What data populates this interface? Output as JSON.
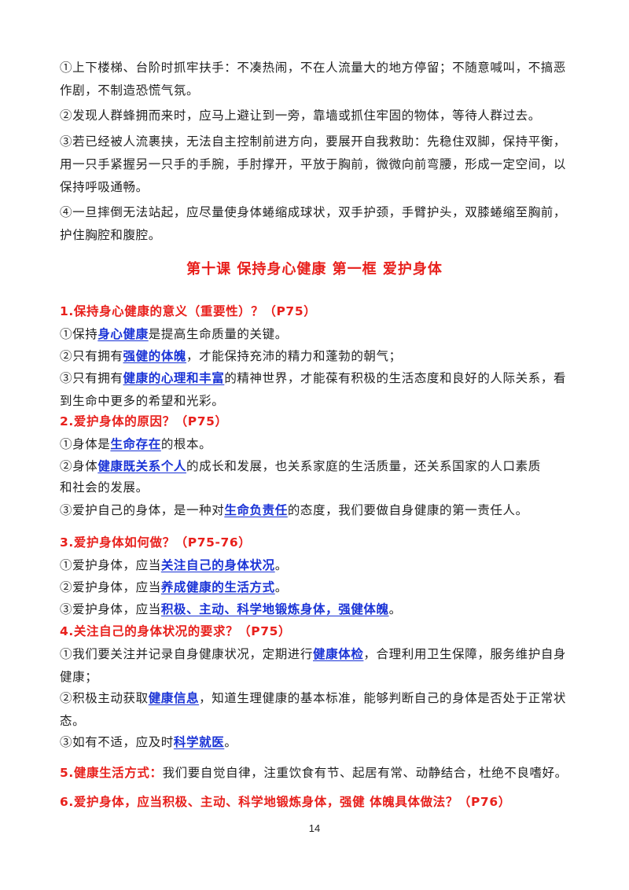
{
  "top_items": [
    "①上下楼梯、台阶时抓牢扶手：不凑热闹，不在人流量大的地方停留；不随意喊叫，不搞恶作剧，不制造恐慌气氛。",
    "②发现人群蜂拥而来时，应马上避让到一旁，靠墙或抓住牢固的物体，等待人群过去。",
    "③若已经被人流裹挟，无法自主控制前进方向，要展开自我救助：先稳住双脚，保持平衡，用一只手紧握另一只手的手腕，手肘撑开，平放于胸前，微微向前弯腰，形成一定空间，以保持呼吸通畅。",
    "④一旦摔倒无法站起，应尽量使身体蜷缩成球状，双手护颈，手臂护头，双膝蜷缩至胸前，护住胸腔和腹腔。"
  ],
  "lesson_title": "第十课 保持身心健康 第一框 爱护身体",
  "q1": {
    "heading": "1.保持身心健康的意义（重要性）？（P75）",
    "l1": {
      "a": "①保持",
      "k": "身心健康",
      "b": "是提高生命质量的关键。"
    },
    "l2": {
      "a": "②只有拥有",
      "k": "强健的体魄",
      "b": "，才能保持充沛的精力和蓬勃的朝气；"
    },
    "l3": {
      "a": "③只有拥有",
      "k": "健康的心理和丰富",
      "b": "的精神世界，才能葆有积极的生活态度和良好的人际关系，看到生命中更多的希望和光彩。"
    }
  },
  "q2": {
    "heading": "2.爱护身体的原因？（P75）",
    "l1": {
      "a": "①身体是",
      "k": "生命存在",
      "b": "的根本。"
    },
    "l2": {
      "a": "②身体",
      "k": "健康既关系个人",
      "b": "的成长和发展，也关系家庭的生活质量，还关系国家的人口素质",
      "c": "和社会的发展。"
    },
    "l3": {
      "a": "③爱护自己的身体，是一种对",
      "k": "生命负责任",
      "b": "的态度，我们要做自身健康的第一责任人。"
    }
  },
  "q3": {
    "heading": "3.爱护身体如何做？（P75-76）",
    "l1": {
      "a": "①爱护身体，应当",
      "k": "关注自己的身体状况",
      "b": "。"
    },
    "l2": {
      "a": "②爱护身体，应当",
      "k": "养成健康的生活方式",
      "b": "。"
    },
    "l3": {
      "a": "③爱护身体，应当",
      "k": "积极、主动、科学地锻炼身体，强健体魄",
      "b": "。"
    }
  },
  "q4": {
    "heading": "4.关注自己的身体状况的要求？（P75）",
    "l1": {
      "a": "①我们要关注并记录自身健康状况，定期进行",
      "k": "健康体检",
      "b": "，合理利用卫生保障，服务维护自身健康；"
    },
    "l2": {
      "a": "②积极主动获取",
      "k": "健康信息",
      "b": "，知道生理健康的基本标准，能够判断自己的身体是否处于正常状态。"
    },
    "l3": {
      "a": "③如有不适，应及时",
      "k": "科学就医",
      "b": "。"
    }
  },
  "q5": {
    "label": "5.健康生活方式：",
    "text": "我们要自觉自律，注重饮食有节、起居有常、动静结合，杜绝不良嗜好。"
  },
  "q6": {
    "heading": "6.爱护身体，应当积极、主动、科学地锻炼身体，强健 体魄具体做法？（P76）"
  },
  "page_number": "14"
}
